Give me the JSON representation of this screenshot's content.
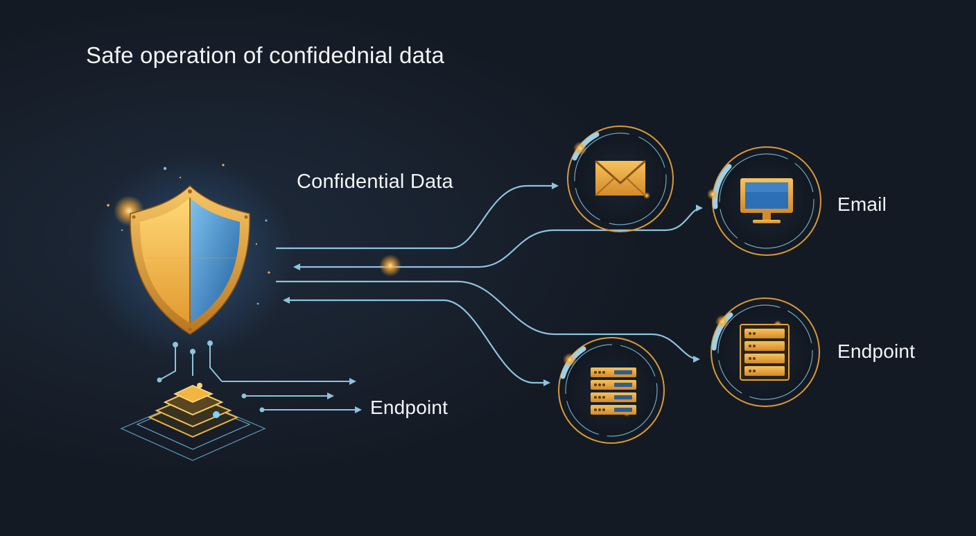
{
  "title": "Safe operation of confidednial data",
  "labels": {
    "confidential_data": "Confidential Data",
    "email": "Email",
    "endpoint_right": "Endpoint",
    "endpoint_bottom": "Endpoint"
  },
  "icons": {
    "source": "shield-icon",
    "stack": "layers-stack-icon",
    "node_email": "envelope-icon",
    "node_monitor": "monitor-icon",
    "node_server_bottom": "server-rack-icon",
    "node_server_right": "server-rack-icon"
  },
  "colors": {
    "background": "#141a24",
    "flow_line": "#8fc3dc",
    "ring_gold": "#d99a3a",
    "ring_cyan": "#7fb8d2",
    "icon_gold": "#e8a93e",
    "shield_blue": "#3b87c9",
    "shield_gold": "#f0b84c"
  }
}
